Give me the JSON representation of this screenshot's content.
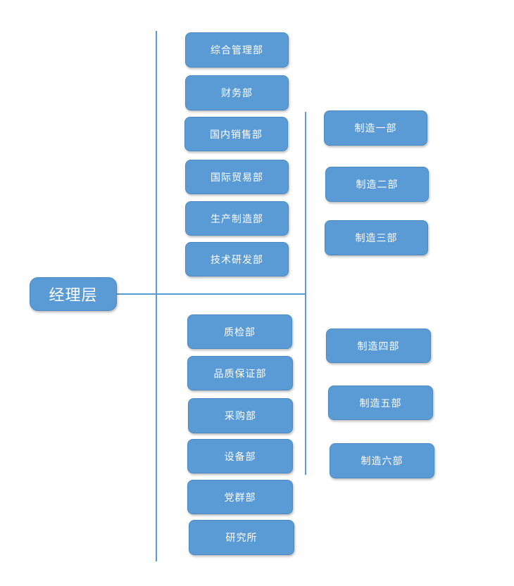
{
  "chart_data": {
    "type": "diagram",
    "title": "",
    "diagram_kind": "organization-chart",
    "orientation": "left-to-right",
    "accent_color": "#5b9bd5",
    "border_color": "#4a8ac4",
    "text_color": "#ffffff",
    "background": "#ffffff",
    "root": {
      "label": "经理层"
    },
    "groups": [
      {
        "name": "upper-departments",
        "nodes": [
          {
            "label": "综合管理部"
          },
          {
            "label": "财务部"
          },
          {
            "label": "国内销售部"
          },
          {
            "label": "国际贸易部"
          },
          {
            "label": "生产制造部"
          },
          {
            "label": "技术研发部"
          }
        ]
      },
      {
        "name": "upper-manufacturing",
        "nodes": [
          {
            "label": "制造一部"
          },
          {
            "label": "制造二部"
          },
          {
            "label": "制造三部"
          }
        ]
      },
      {
        "name": "lower-departments",
        "nodes": [
          {
            "label": "质检部"
          },
          {
            "label": "品质保证部"
          },
          {
            "label": "采购部"
          },
          {
            "label": "设备部"
          },
          {
            "label": "党群部"
          },
          {
            "label": "研究所"
          }
        ]
      },
      {
        "name": "lower-manufacturing",
        "nodes": [
          {
            "label": "制造四部"
          },
          {
            "label": "制造五部"
          },
          {
            "label": "制造六部"
          }
        ]
      }
    ]
  },
  "nodes": {
    "root": "经理层",
    "dept_1": "综合管理部",
    "dept_2": "财务部",
    "dept_3": "国内销售部",
    "dept_4": "国际贸易部",
    "dept_5": "生产制造部",
    "dept_6": "技术研发部",
    "dept_7": "质检部",
    "dept_8": "品质保证部",
    "dept_9": "采购部",
    "dept_10": "设备部",
    "dept_11": "党群部",
    "dept_12": "研究所",
    "mfg_1": "制造一部",
    "mfg_2": "制造二部",
    "mfg_3": "制造三部",
    "mfg_4": "制造四部",
    "mfg_5": "制造五部",
    "mfg_6": "制造六部"
  }
}
